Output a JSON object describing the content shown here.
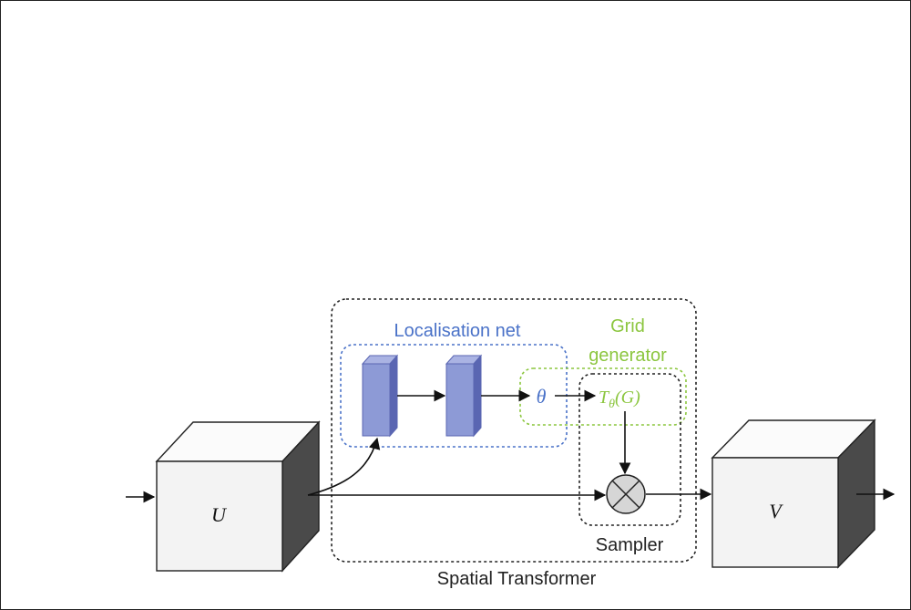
{
  "labels": {
    "input_u": "U",
    "output_v": "V",
    "localisation_net": "Localisation net",
    "grid_generator_line1": "Grid",
    "grid_generator_line2": "generator",
    "theta": "θ",
    "transform_main": "T",
    "transform_sub": "θ",
    "transform_arg": "(G)",
    "sampler": "Sampler",
    "spatial_transformer": "Spatial Transformer"
  },
  "colors": {
    "localisation": "#4a72c8",
    "grid": "#8cc63f",
    "layer_face": "#8d9ad6",
    "layer_side": "#5a66b2",
    "cube_front": "#f3f3f3",
    "cube_top": "#fbfbfb",
    "cube_side": "#4a4a4a",
    "multiply_fill": "#d6d6d6"
  }
}
